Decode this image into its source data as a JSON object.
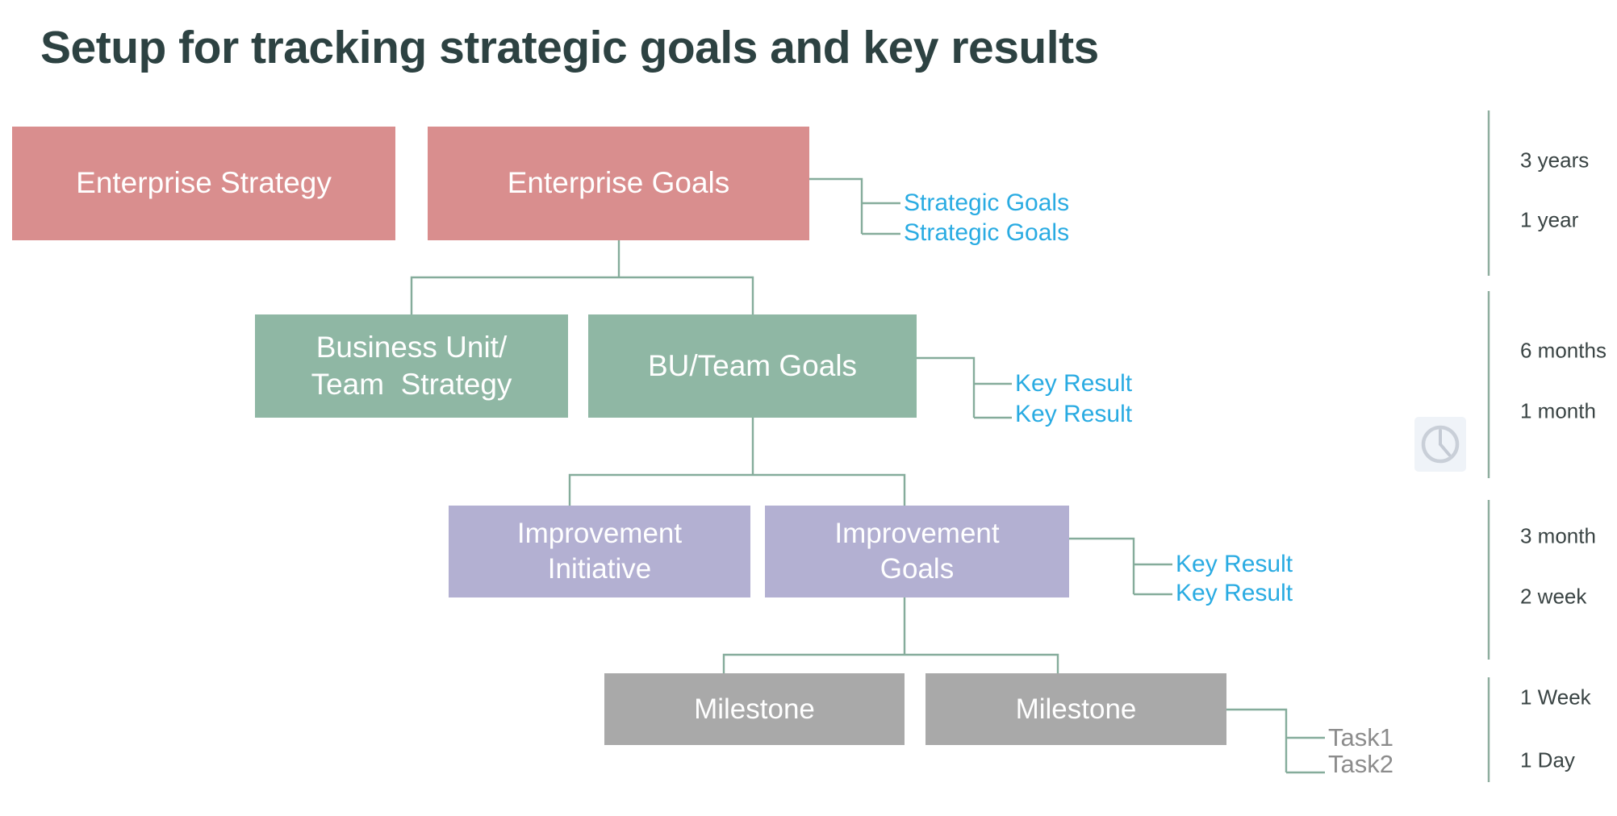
{
  "title": "Setup for tracking strategic goals and key results",
  "colors": {
    "title_text": "#2D4242",
    "enterprise_box": "#D98E8E",
    "team_box": "#8FB7A4",
    "improvement_box": "#B3B0D2",
    "milestone_box": "#A9A9A9",
    "connector_line": "#85AC9B",
    "result_label_blue": "#29ABE2",
    "task_label_gray": "#8C8C8C",
    "timeline_rail": "#8FAE9F",
    "time_label_text": "#3A4444",
    "box_text": "#FFFFFF"
  },
  "diagram": {
    "level1": {
      "strategy_box": "Enterprise Strategy",
      "goals_box": "Enterprise Goals",
      "outputs": [
        "Strategic Goals",
        "Strategic Goals"
      ]
    },
    "level2": {
      "strategy_box_lines": [
        "Business Unit/",
        "Team  Strategy"
      ],
      "goals_box": "BU/Team Goals",
      "outputs": [
        "Key Result",
        "Key Result"
      ]
    },
    "level3": {
      "strategy_box_lines": [
        "Improvement",
        "Initiative"
      ],
      "goals_box_lines": [
        "Improvement",
        "Goals"
      ],
      "outputs": [
        "Key Result",
        "Key Result"
      ]
    },
    "level4": {
      "milestone_left": "Milestone",
      "milestone_right": "Milestone",
      "outputs": [
        "Task1",
        "Task2"
      ]
    }
  },
  "timeline": {
    "icon": "clock-icon",
    "labels": [
      "3 years",
      "1 year",
      "6 months",
      "1 month",
      "3 month",
      "2 week",
      "1 Week",
      "1 Day"
    ]
  }
}
